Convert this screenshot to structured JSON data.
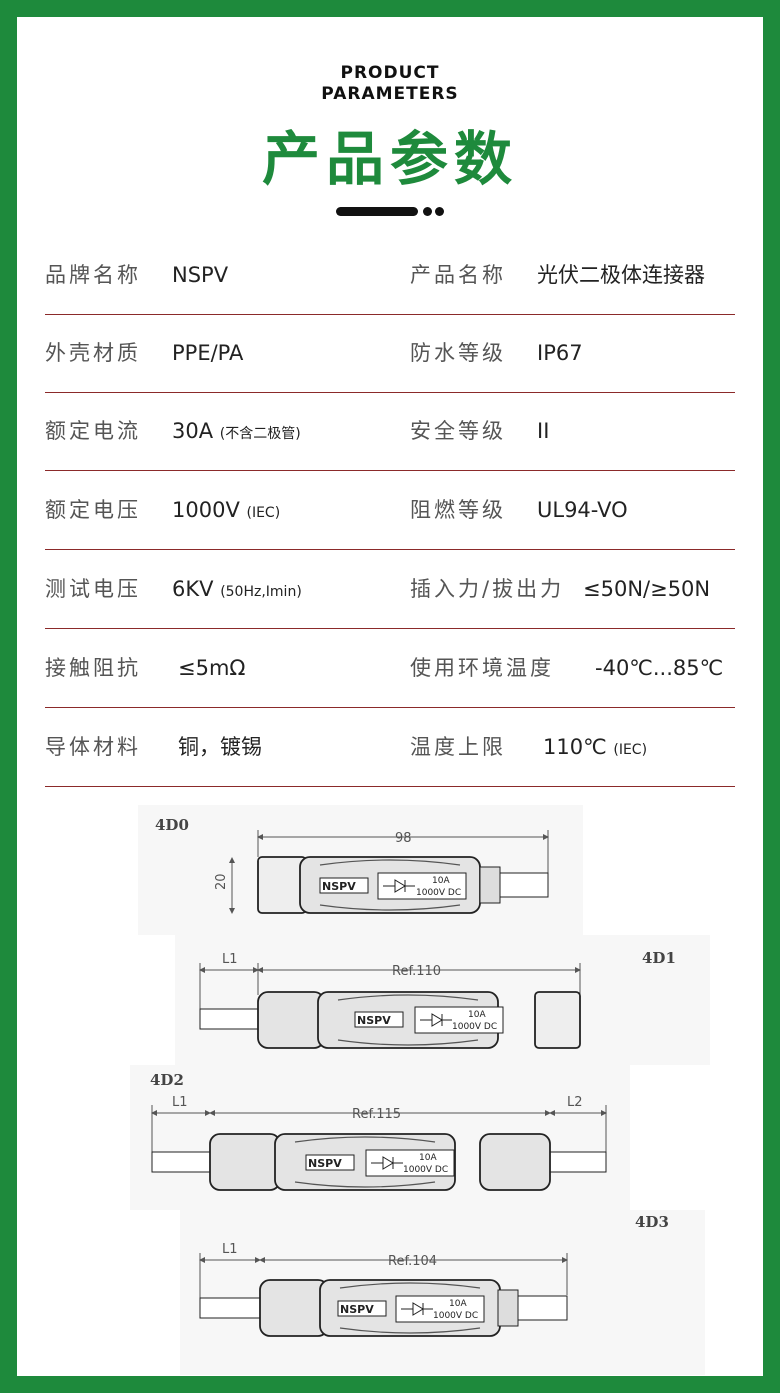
{
  "header": {
    "en_line1": "PRODUCT",
    "en_line2": "PARAMETERS",
    "cn_title": "产品参数"
  },
  "params": [
    {
      "l1": "品牌名称",
      "v1": "NSPV",
      "v1s": "",
      "l2": "产品名称",
      "v2": "光伏二极体连接器",
      "v2s": ""
    },
    {
      "l1": "外壳材质",
      "v1": "PPE/PA",
      "v1s": "",
      "l2": "防水等级",
      "v2": "IP67",
      "v2s": ""
    },
    {
      "l1": "额定电流",
      "v1": "30A",
      "v1s": "(不含二极管)",
      "l2": "安全等级",
      "v2": "II",
      "v2s": ""
    },
    {
      "l1": "额定电压",
      "v1": "1000V",
      "v1s": "(IEC)",
      "l2": "阻燃等级",
      "v2": "UL94-VO",
      "v2s": ""
    },
    {
      "l1": "测试电压",
      "v1": "6KV",
      "v1s": "(50Hz,Imin)",
      "l2": "插入力/拔出力",
      "v2": "≤50N/≥50N",
      "v2s": ""
    },
    {
      "l1": "接触阻抗",
      "v1": "≤5mΩ",
      "v1s": "",
      "l2": "使用环境温度",
      "v2": "-40℃...85℃",
      "v2s": ""
    },
    {
      "l1": "导体材料",
      "v1": "铜，镀锡",
      "v1s": "",
      "l2": "温度上限",
      "v2": "110℃",
      "v2s": "(IEC)"
    }
  ],
  "models": {
    "m0": {
      "name": "4D0",
      "dim_length": "98",
      "dim_height": "20"
    },
    "m1": {
      "name": "4D1",
      "dim_l1": "L1",
      "dim_ref": "Ref.110"
    },
    "m2": {
      "name": "4D2",
      "dim_l1": "L1",
      "dim_ref": "Ref.115",
      "dim_l2": "L2"
    },
    "m3": {
      "name": "4D3",
      "dim_l1": "L1",
      "dim_ref": "Ref.104"
    }
  },
  "device": {
    "brand": "NSPV",
    "rating_current": "10A",
    "rating_voltage": "1000V DC"
  },
  "colors": {
    "frame": "#1e8a3c",
    "title": "#1e8a3c",
    "divider": "#8b2a2a"
  }
}
